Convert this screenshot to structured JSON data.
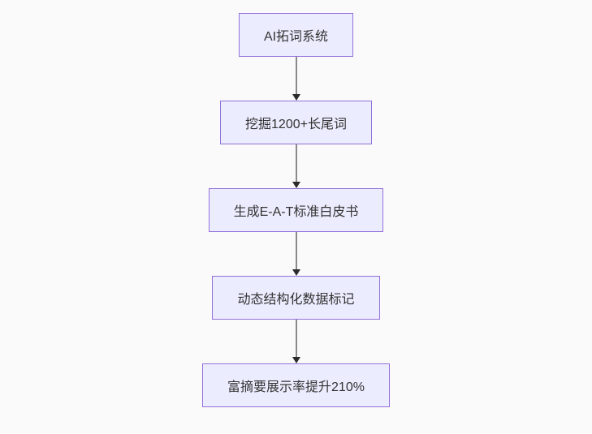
{
  "diagram": {
    "type": "flowchart",
    "direction": "top-down",
    "nodes": [
      {
        "label": "AI拓词系统"
      },
      {
        "label": "挖掘1200+长尾词"
      },
      {
        "label": "生成E-A-T标准白皮书"
      },
      {
        "label": "动态结构化数据标记"
      },
      {
        "label": "富摘要展示率提升210%"
      }
    ],
    "edges": [
      {
        "from": 0,
        "to": 1,
        "style": "arrow-down"
      },
      {
        "from": 1,
        "to": 2,
        "style": "arrow-down"
      },
      {
        "from": 2,
        "to": 3,
        "style": "arrow-down"
      },
      {
        "from": 3,
        "to": 4,
        "style": "arrow-down"
      }
    ],
    "colors": {
      "node_fill": "#ECECFF",
      "node_border": "#9370DB",
      "edge_line": "#8a8a8a",
      "arrowhead": "#2b2b2b",
      "background": "#fafafa",
      "text": "#333333"
    }
  }
}
